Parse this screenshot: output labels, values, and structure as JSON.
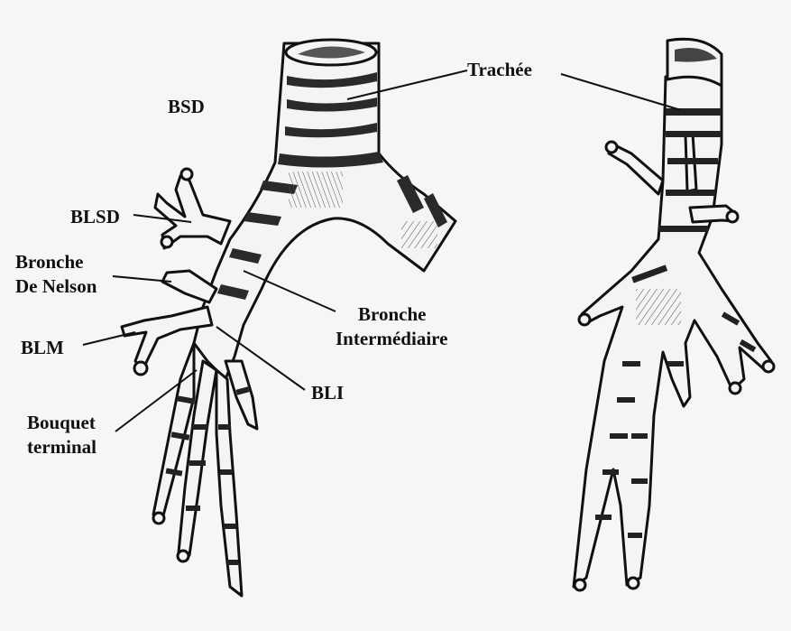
{
  "labels": {
    "trachee": "Trachée",
    "bsd": "BSD",
    "blsd": "BLSD",
    "bronche_nelson_1": "Bronche",
    "bronche_nelson_2": "De Nelson",
    "blm": "BLM",
    "bouquet_1": "Bouquet",
    "bouquet_2": "terminal",
    "bronche_inter_1": "Bronche",
    "bronche_inter_2": "Intermédiaire",
    "bli": "BLI"
  }
}
